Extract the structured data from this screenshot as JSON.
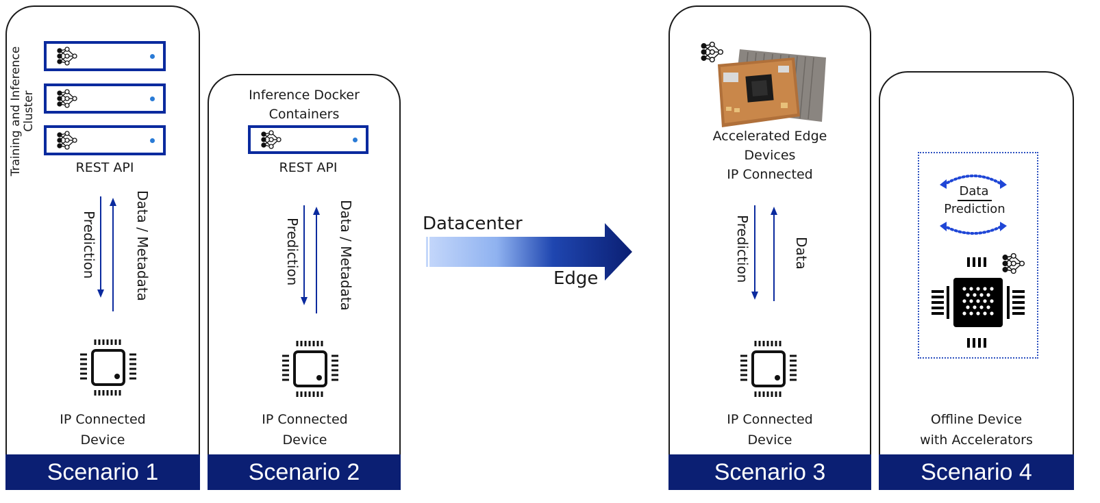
{
  "scenario1": {
    "cluster_label": "Training and Inference Cluster",
    "api_label": "REST API",
    "arrow_down_label": "Prediction",
    "arrow_up_label": "Data / Metadata",
    "device_label_line1": "IP Connected",
    "device_label_line2": "Device",
    "footer": "Scenario 1"
  },
  "scenario2": {
    "containers_label_line1": "Inference Docker",
    "containers_label_line2": "Containers",
    "api_label": "REST API",
    "arrow_down_label": "Prediction",
    "arrow_up_label": "Data / Metadata",
    "device_label_line1": "IP Connected",
    "device_label_line2": "Device",
    "footer": "Scenario 2"
  },
  "transition": {
    "from_label": "Datacenter",
    "to_label": "Edge"
  },
  "scenario3": {
    "edge_label_line1": "Accelerated Edge",
    "edge_label_line2": "Devices",
    "edge_label_line3": "IP Connected",
    "arrow_down_label": "Prediction",
    "arrow_up_label": "Data",
    "device_label_line1": "IP Connected",
    "device_label_line2": "Device",
    "footer": "Scenario 3"
  },
  "scenario4": {
    "loop_label_top": "Data",
    "loop_label_bottom": "Prediction",
    "device_label_line1": "Offline Device",
    "device_label_line2": "with Accelerators",
    "footer": "Scenario 4"
  },
  "colors": {
    "footer_bg": "#0b1f73",
    "accent_blue": "#0a2a9e",
    "arrow_light": "#a9c4f5",
    "arrow_dark": "#0b1f73"
  },
  "icons": [
    "neural-network-icon",
    "chip-icon",
    "edge-board-icon",
    "accelerator-chip-icon"
  ]
}
